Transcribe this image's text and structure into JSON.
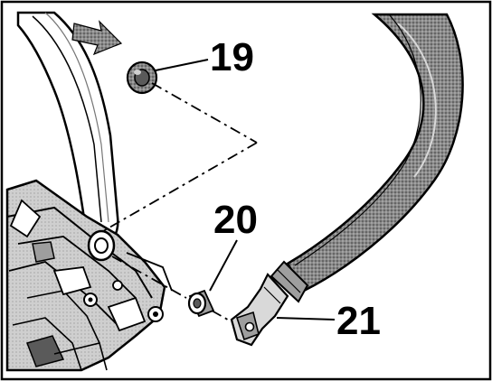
{
  "diagram": {
    "callouts": [
      {
        "id": "19",
        "label": "19"
      },
      {
        "id": "20",
        "label": "20"
      },
      {
        "id": "21",
        "label": "21"
      }
    ]
  },
  "colors": {
    "ink": "#000000",
    "paper": "#ffffff",
    "shade_light": "#d9d9d9",
    "shade_mid": "#9e9e9e",
    "shade_dark": "#5a5a5a",
    "arrow": "#8c8c8c"
  },
  "icons": {
    "direction_arrow": "arrow-right-icon",
    "part_19": "grommet-icon",
    "part_20": "bushing-icon",
    "part_21": "bracket-end-icon"
  }
}
